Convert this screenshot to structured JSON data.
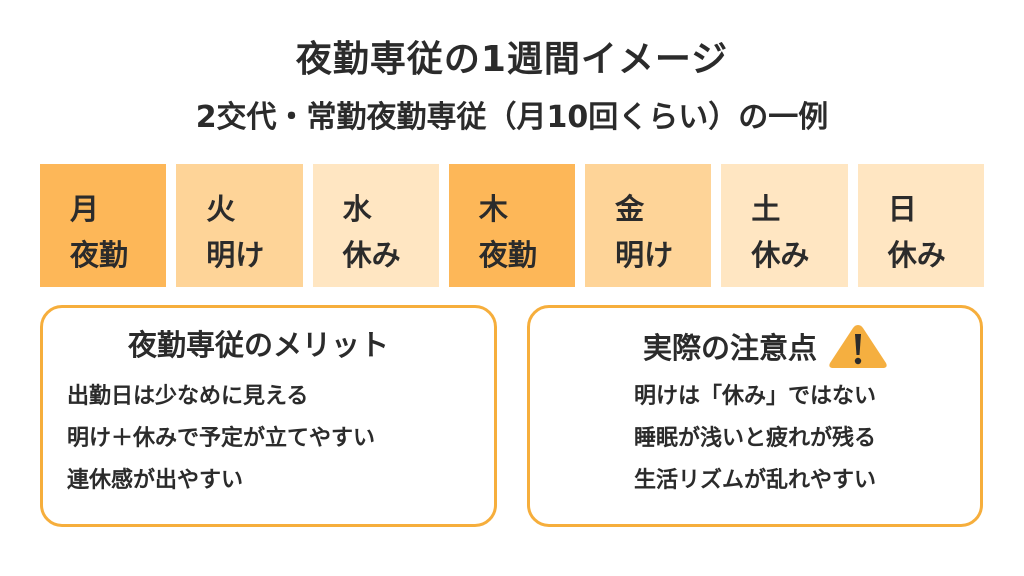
{
  "header": {
    "title": "夜勤専従の1週間イメージ",
    "subtitle": "2交代・常勤夜勤専従（月10回くらい）の一例"
  },
  "week": [
    {
      "day": "月",
      "status": "夜勤",
      "type": "night"
    },
    {
      "day": "火",
      "status": "明け",
      "type": "ake"
    },
    {
      "day": "水",
      "status": "休み",
      "type": "off"
    },
    {
      "day": "木",
      "status": "夜勤",
      "type": "night"
    },
    {
      "day": "金",
      "status": "明け",
      "type": "ake"
    },
    {
      "day": "土",
      "status": "休み",
      "type": "off"
    },
    {
      "day": "日",
      "status": "休み",
      "type": "off"
    }
  ],
  "merits": {
    "heading": "夜勤専従のメリット",
    "items": [
      "出勤日は少なめに見える",
      "明け＋休みで予定が立てやすい",
      "連休感が出やすい"
    ]
  },
  "cautions": {
    "heading": "実際の注意点",
    "icon": "warning-icon",
    "items": [
      "明けは「休み」ではない",
      "睡眠が浅いと疲れが残る",
      "生活リズムが乱れやすい"
    ]
  },
  "colors": {
    "night": "#FDB758",
    "ake": "#FED498",
    "off": "#FFE6C2",
    "border": "#F6AE3C",
    "text": "#2b2b2b"
  }
}
